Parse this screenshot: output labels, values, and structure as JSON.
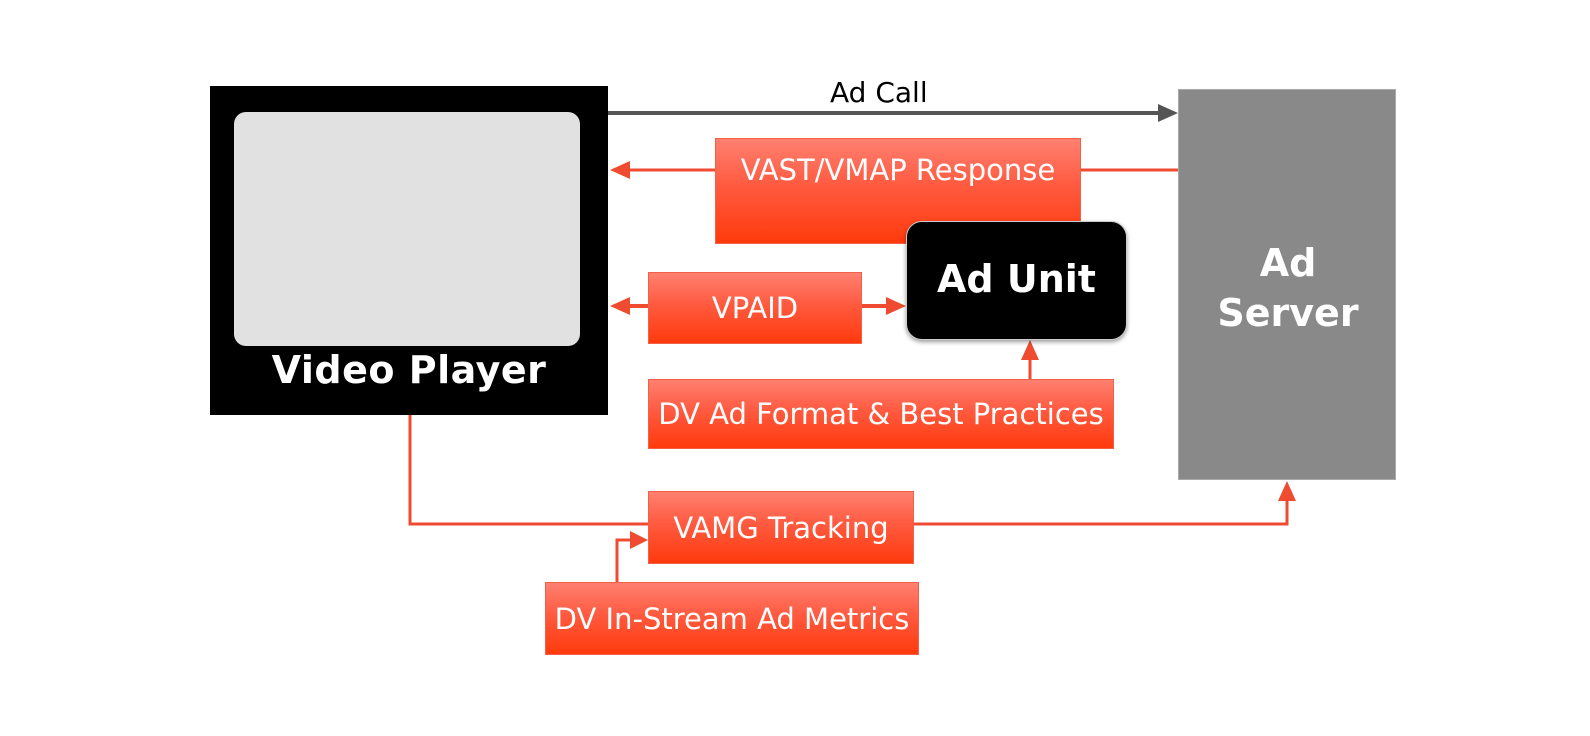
{
  "diagram": {
    "nodes": {
      "video_player": {
        "label": "Video Player"
      },
      "ad_server": {
        "label_line1": "Ad",
        "label_line2": "Server"
      },
      "ad_unit": {
        "label": "Ad Unit"
      },
      "vast_vmap": {
        "label": "VAST/VMAP Response"
      },
      "vpaid": {
        "label": "VPAID"
      },
      "dv_ad_format": {
        "label": "DV Ad Format & Best Practices"
      },
      "vamg_tracking": {
        "label": "VAMG Tracking"
      },
      "dv_instream": {
        "label": "DV In-Stream Ad Metrics"
      }
    },
    "edges": [
      {
        "from": "video_player",
        "to": "ad_server",
        "label": "Ad Call",
        "color": "#555555"
      },
      {
        "from": "ad_server",
        "to": "video_player",
        "via": "vast_vmap",
        "color": "#ee4b30"
      },
      {
        "from": "vpaid",
        "to": "video_player",
        "color": "#ee4b30"
      },
      {
        "from": "vpaid",
        "to": "ad_unit",
        "color": "#ee4b30"
      },
      {
        "from": "dv_ad_format",
        "to": "ad_unit",
        "color": "#ee4b30"
      },
      {
        "from": "video_player",
        "to": "ad_server",
        "via": "vamg_tracking",
        "color": "#ee4b30"
      },
      {
        "from": "dv_instream",
        "to": "vamg_tracking",
        "color": "#ee4b30"
      }
    ],
    "colors": {
      "accent_red": "#ff4a2a",
      "arrow_red": "#ee4b30",
      "arrow_gray": "#555555",
      "server_gray": "#898989",
      "screen_gray": "#e1e1e1"
    }
  }
}
